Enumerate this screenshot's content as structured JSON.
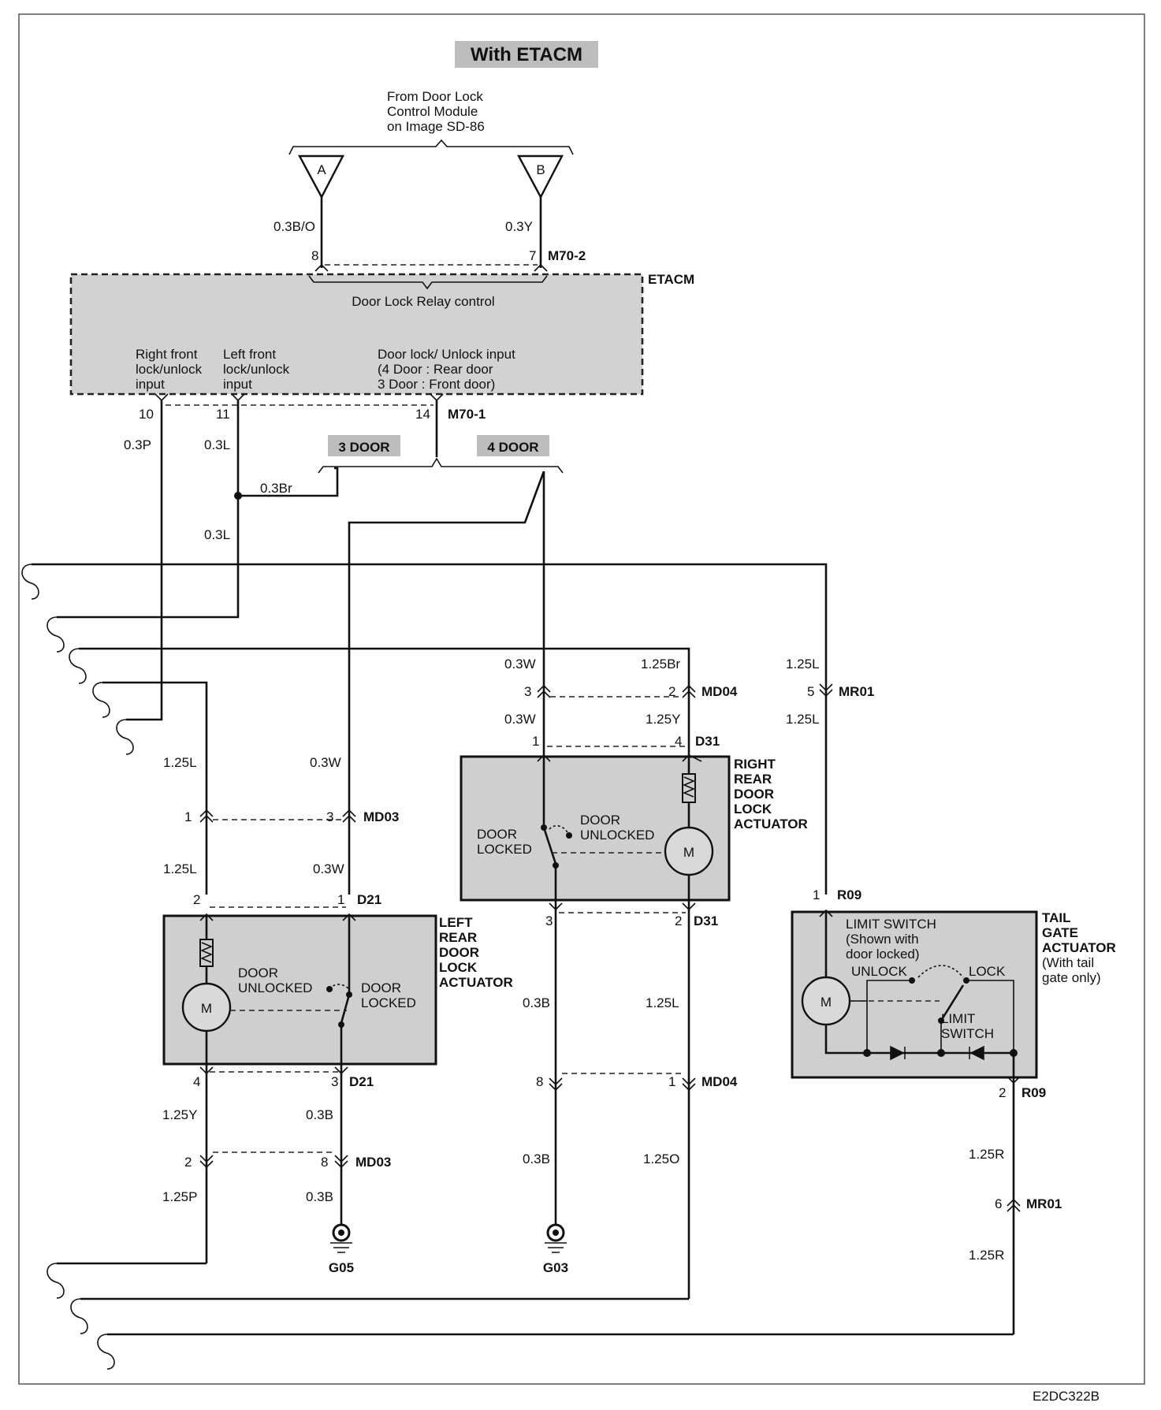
{
  "title": "With ETACM",
  "source_note": [
    "From Door Lock",
    "Control Module",
    "on Image SD-86"
  ],
  "connectors_in": [
    {
      "id": "A",
      "wire": "0.3B/O",
      "pin": "8"
    },
    {
      "id": "B",
      "wire": "0.3Y",
      "pin": "7"
    }
  ],
  "etacm": {
    "name": "ETACM",
    "top_connector": "M70-2",
    "relay_label": "Door Lock Relay control",
    "input_right": [
      "Right front",
      "lock/unlock",
      "input"
    ],
    "input_left": [
      "Left front",
      "lock/unlock",
      "input"
    ],
    "input_door": [
      "Door lock/ Unlock input",
      "(4 Door : Rear door",
      " 3 Door : Front door)"
    ],
    "bottom_connector": "M70-1",
    "pins": [
      "10",
      "11",
      "14"
    ]
  },
  "tags": {
    "door3": "3 DOOR",
    "door4": "4 DOOR"
  },
  "wires": {
    "w_03P": "0.3P",
    "w_03L_a": "0.3L",
    "w_03Br": "0.3Br",
    "w_03L_b": "0.3L",
    "w_125L_left": "1.25L",
    "w_03W_left": "0.3W",
    "w_125L_left2": "1.25L",
    "w_03W_left2": "0.3W",
    "w_125Y": "1.25Y",
    "w_03B_left": "0.3B",
    "w_125P": "1.25P",
    "w_03B_left2": "0.3B",
    "w_03W_mid": "0.3W",
    "w_125Br": "1.25Br",
    "w_03W_mid2": "0.3W",
    "w_125Y_mid": "1.25Y",
    "w_03B_mid": "0.3B",
    "w_125L_mid": "1.25L",
    "w_03B_mid2": "0.3B",
    "w_125O": "1.25O",
    "w_125L_right": "1.25L",
    "w_125L_right2": "1.25L",
    "w_125R": "1.25R",
    "w_125R2": "1.25R"
  },
  "connectors": {
    "md03": "MD03",
    "d21": "D21",
    "md04": "MD04",
    "d31": "D31",
    "mr01": "MR01",
    "r09": "R09"
  },
  "pins": {
    "md03_1": "1",
    "md03_3": "3",
    "d21_2": "2",
    "d21_1": "1",
    "d21_4": "4",
    "d21_3": "3",
    "md03_2": "2",
    "md03_8": "8",
    "md04_3": "3",
    "md04_2": "2",
    "d31_1": "1",
    "d31_4": "4",
    "d31_3": "3",
    "d31_2": "2",
    "md04_8": "8",
    "md04_1": "1",
    "mr01_5": "5",
    "r09_1": "1",
    "r09_2": "2",
    "mr01_6": "6"
  },
  "left_actuator": {
    "title": [
      "LEFT",
      "REAR",
      "DOOR",
      "LOCK",
      "ACTUATOR"
    ],
    "unlocked": [
      "DOOR",
      "UNLOCKED"
    ],
    "locked": [
      "DOOR",
      "LOCKED"
    ],
    "motor": "M"
  },
  "right_actuator": {
    "title": [
      "RIGHT",
      "REAR",
      "DOOR",
      "LOCK",
      "ACTUATOR"
    ],
    "locked": [
      "DOOR",
      "LOCKED"
    ],
    "unlocked": [
      "DOOR",
      "UNLOCKED"
    ],
    "motor": "M"
  },
  "tailgate": {
    "title": [
      "TAIL",
      "GATE",
      "ACTUATOR"
    ],
    "note": [
      "(With tail",
      "gate only)"
    ],
    "limit_switch_top": [
      "LIMIT SWITCH",
      "(Shown with",
      "door locked)"
    ],
    "unlock": "UNLOCK",
    "lock": "LOCK",
    "limit_switch": [
      "LIMIT",
      "SWITCH"
    ],
    "motor": "M"
  },
  "grounds": {
    "g05": "G05",
    "g03": "G03"
  },
  "figure_id": "E2DC322B"
}
